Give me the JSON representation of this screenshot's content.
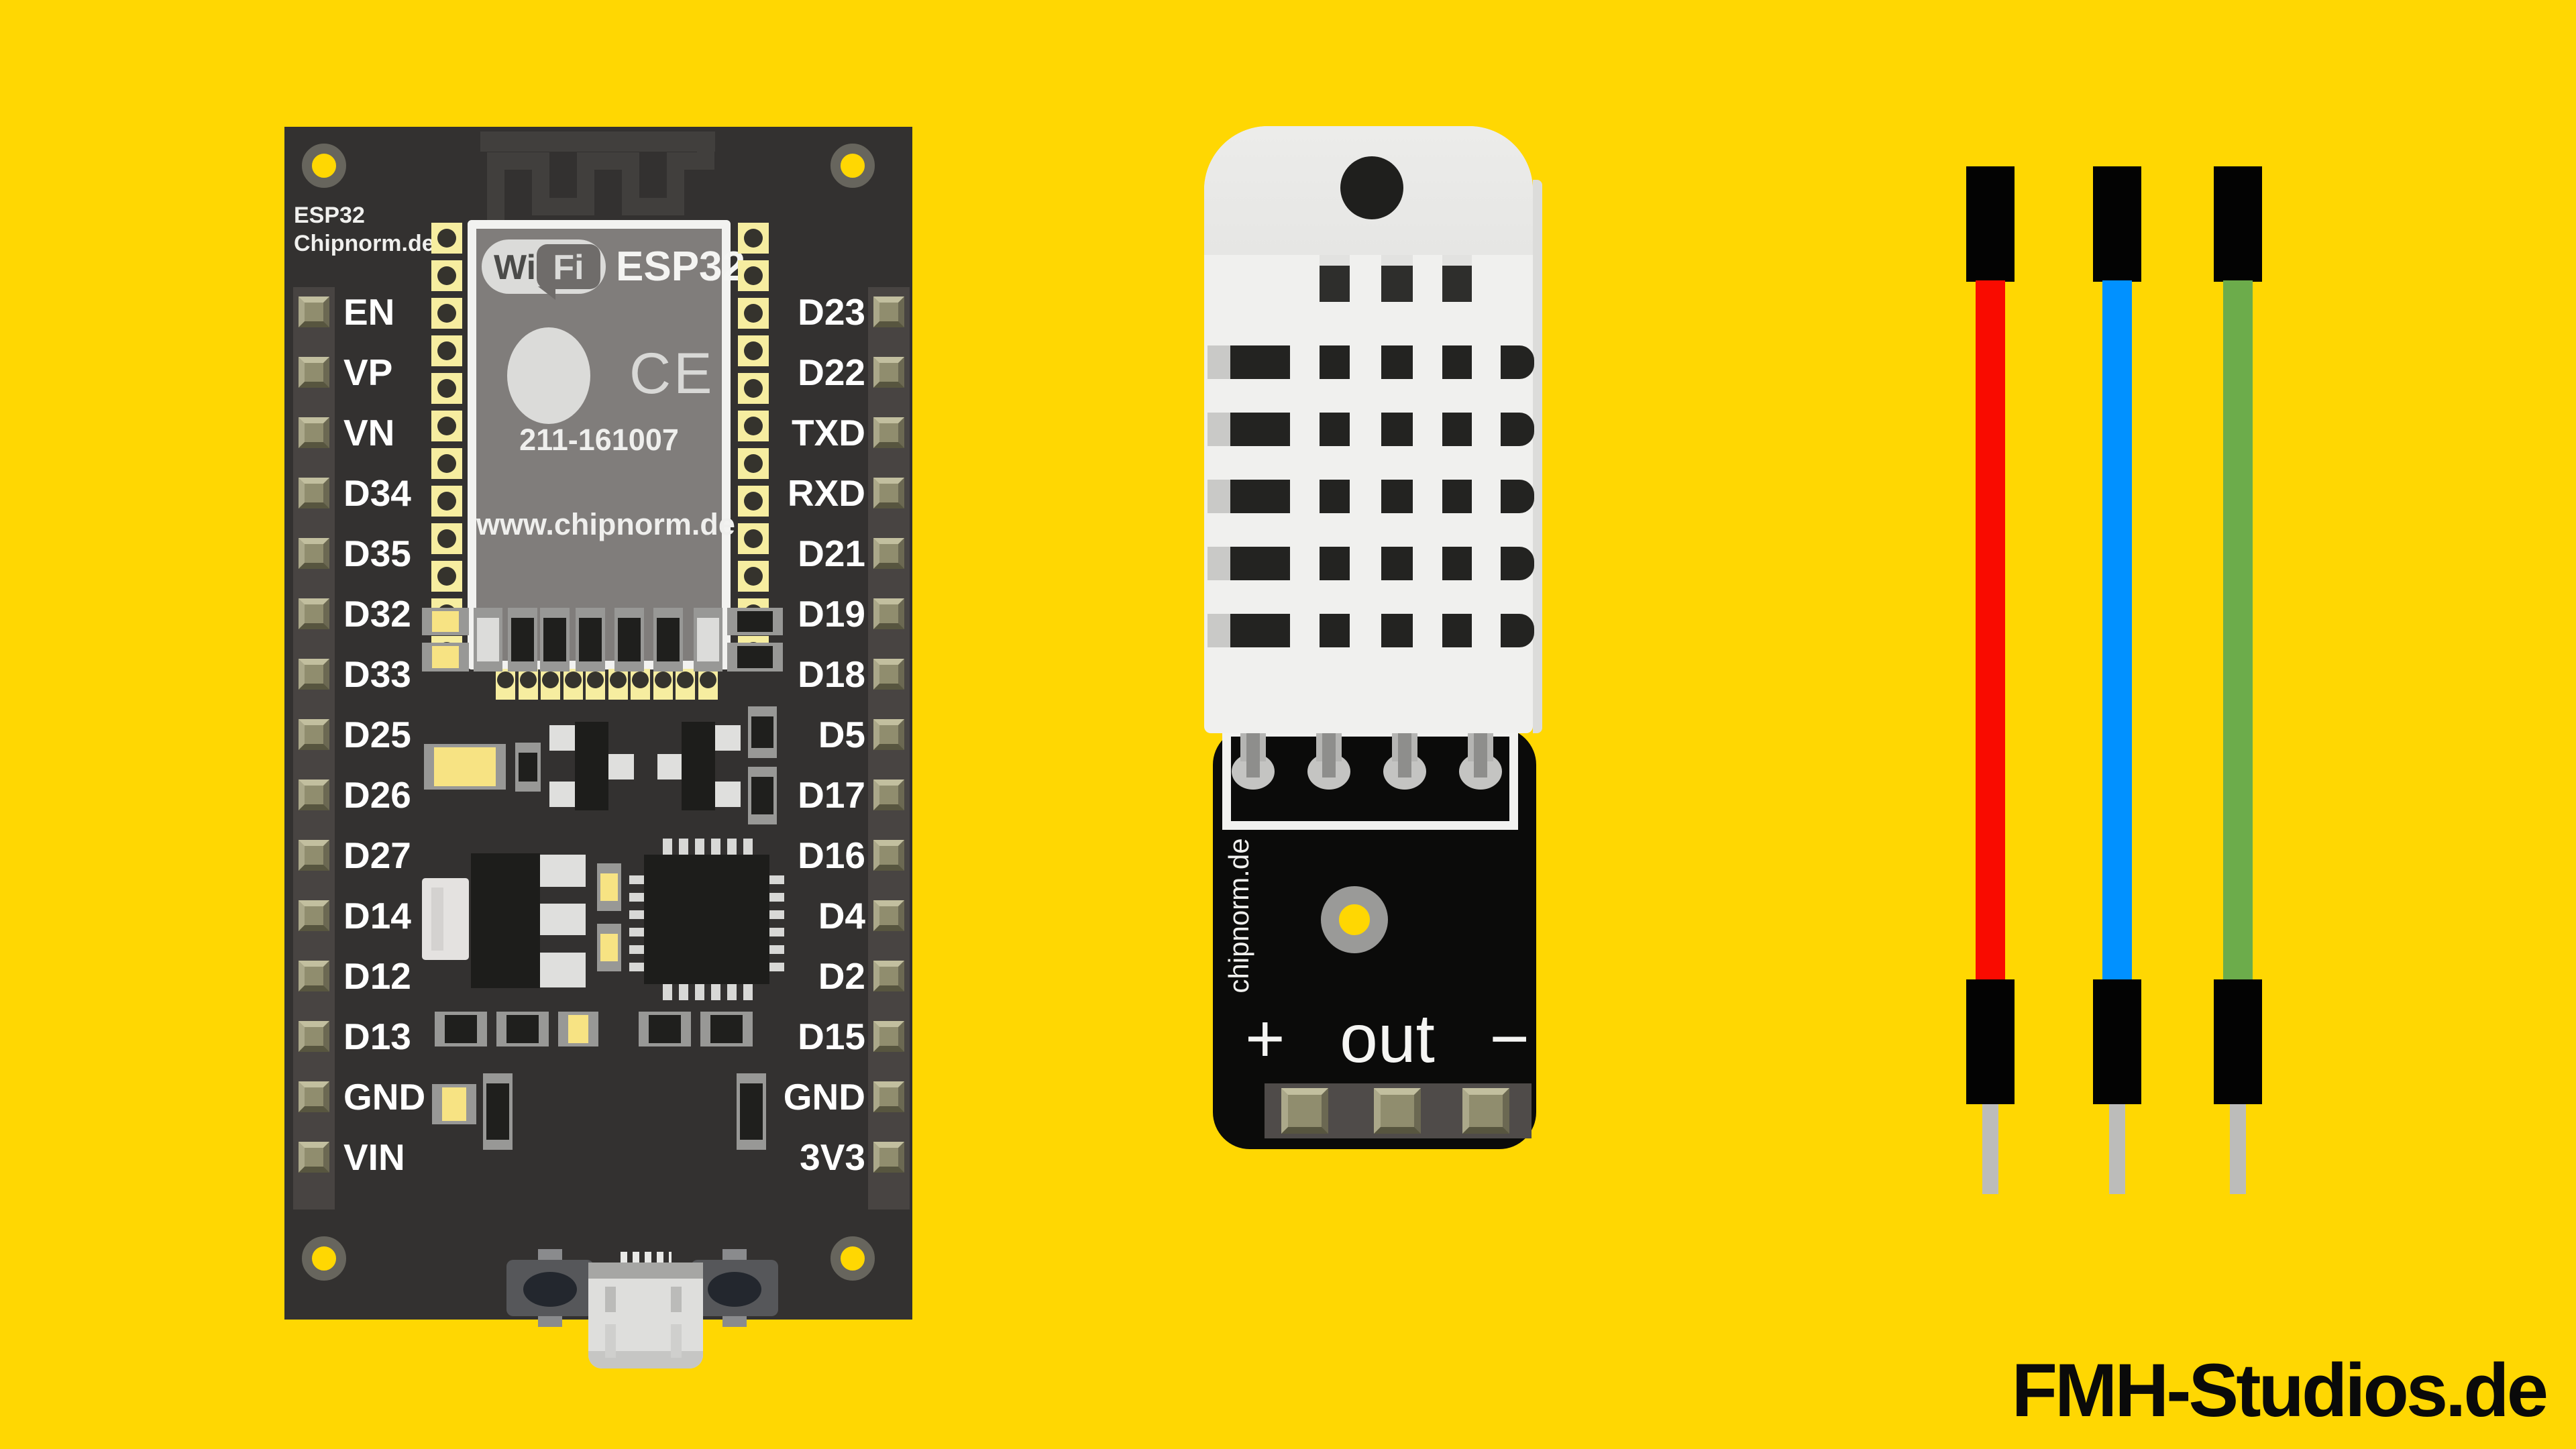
{
  "colors": {
    "background": "#FFD702",
    "board": "#333130",
    "sensor_board": "#0B0B0A",
    "wire_red": "#F90B00",
    "wire_blue": "#0191FF",
    "wire_green": "#6CAC4B"
  },
  "esp32": {
    "silk_title_line1": "ESP32",
    "silk_title_line2": "Chipnorm.de",
    "module": {
      "wi": "Wi",
      "fi": "Fi",
      "name": "ESP32",
      "ce_mark": "CE",
      "serial": "211-161007",
      "url": "www.chipnorm.de"
    },
    "left_pins": [
      "EN",
      "VP",
      "VN",
      "D34",
      "D35",
      "D32",
      "D33",
      "D25",
      "D26",
      "D27",
      "D14",
      "D12",
      "D13",
      "GND",
      "VIN"
    ],
    "right_pins": [
      "D23",
      "D22",
      "TXD",
      "RXD",
      "D21",
      "D19",
      "D18",
      "D5",
      "D17",
      "D16",
      "D4",
      "D2",
      "D15",
      "GND",
      "3V3"
    ]
  },
  "sensor": {
    "brand": "chipnorm.de",
    "pin_plus": "+",
    "pin_out": "out",
    "pin_minus": "−"
  },
  "wires": [
    {
      "label": "red jumper wire",
      "color": "#F90B00"
    },
    {
      "label": "blue jumper wire",
      "color": "#0191FF"
    },
    {
      "label": "green jumper wire",
      "color": "#6CAC4B"
    }
  ],
  "footer": {
    "brand": "FMH-Studios.de"
  }
}
